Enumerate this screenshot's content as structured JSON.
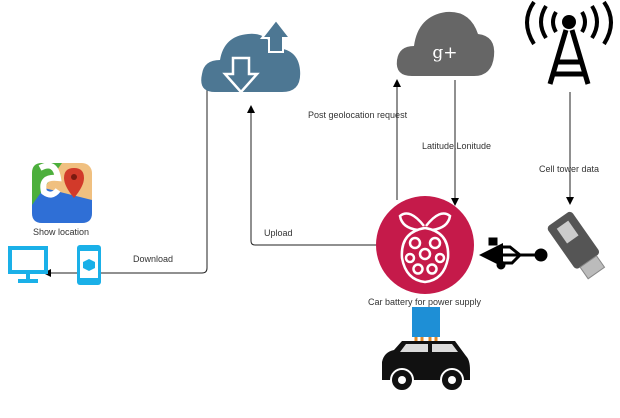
{
  "labels": {
    "post_geolocation": "Post geolocation request",
    "lat_lon": "Latitude,Lonitude",
    "cell_tower_data": "Cell tower data",
    "upload": "Upload",
    "download": "Download",
    "show_location": "Show location",
    "power_supply": "Car battery for power supply"
  },
  "icons": {
    "storage_cloud": "cloud-download-upload-icon",
    "google_plus_cloud": "google-plus-cloud-icon",
    "cell_tower": "cell-tower-icon",
    "google_maps": "google-maps-icon",
    "monitor": "monitor-icon",
    "phone": "smartphone-icon",
    "raspberry_pi": "raspberry-pi-icon",
    "usb": "usb-icon",
    "usb_stick": "usb-stick-icon",
    "car": "car-icon",
    "battery": "battery-icon",
    "google_plus_text": "g+"
  },
  "colors": {
    "storage_cloud": "#4d7793",
    "google_plus_cloud": "#666666",
    "raspberry": "#c51a4a",
    "device_blue": "#1ab0e8",
    "battery_blue": "#1e8fd6",
    "battery_legs": "#e08a2a"
  }
}
